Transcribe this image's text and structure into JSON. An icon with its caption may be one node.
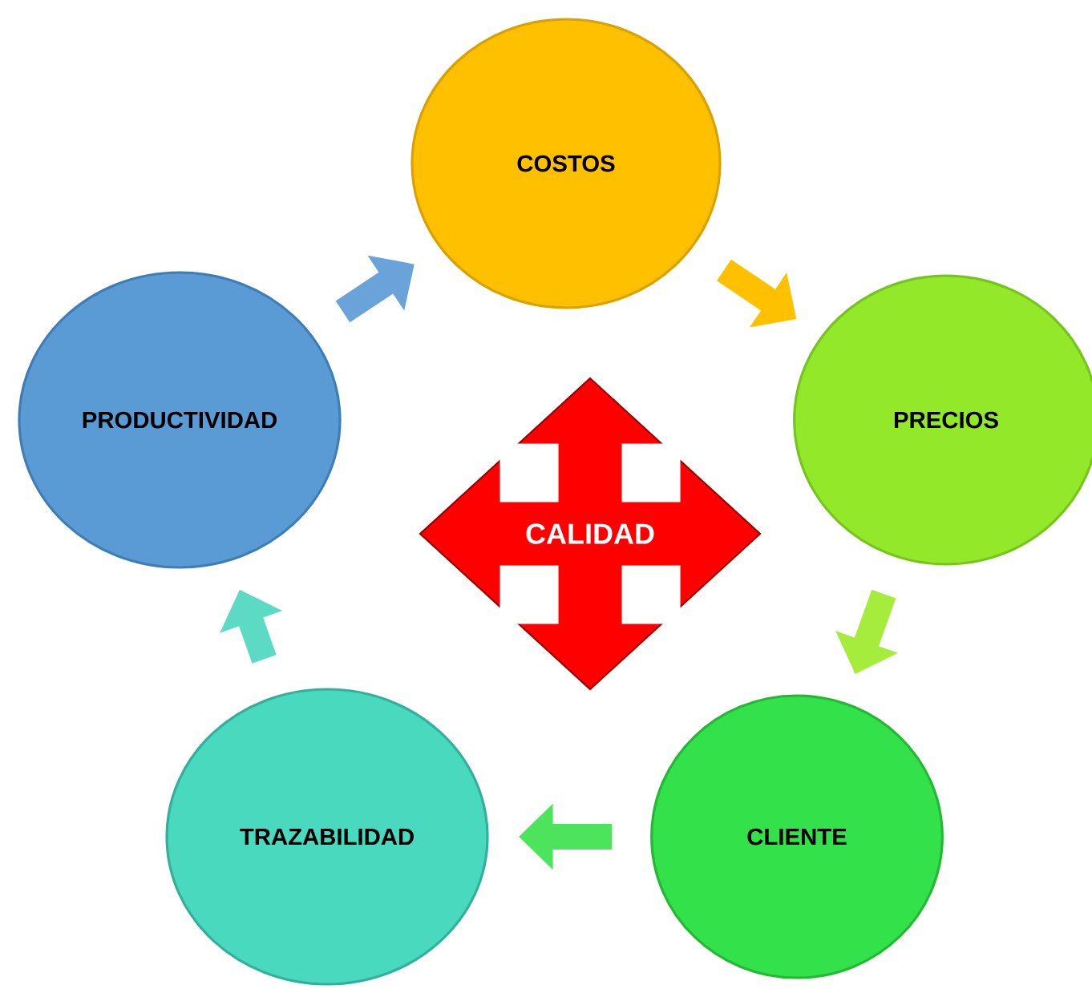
{
  "diagram": {
    "nodes": [
      {
        "text": [
          "COSTOS"
        ]
      },
      {
        "text": [
          "PRECIOS"
        ]
      },
      {
        "text": [
          "CLIENTE"
        ]
      },
      {
        "text": [
          "TRAZABILIDAD"
        ]
      },
      {
        "text": [
          "PRODUCTIVIDAD"
        ]
      },
      {
        "text": [
          "CALIDAD"
        ]
      }
    ],
    "edges": [
      {
        "from": 0,
        "to": 1,
        "arrow": "to",
        "color": "#ffc000"
      },
      {
        "from": 1,
        "to": 2,
        "arrow": "to",
        "color": "#a6ec3c"
      },
      {
        "from": 2,
        "to": 3,
        "arrow": "to",
        "color": "#4ee35c"
      },
      {
        "from": 3,
        "to": 4,
        "arrow": "to",
        "color": "#5ddac4"
      },
      {
        "from": 4,
        "to": 0,
        "arrow": "to",
        "color": "#6aa3da"
      }
    ]
  }
}
